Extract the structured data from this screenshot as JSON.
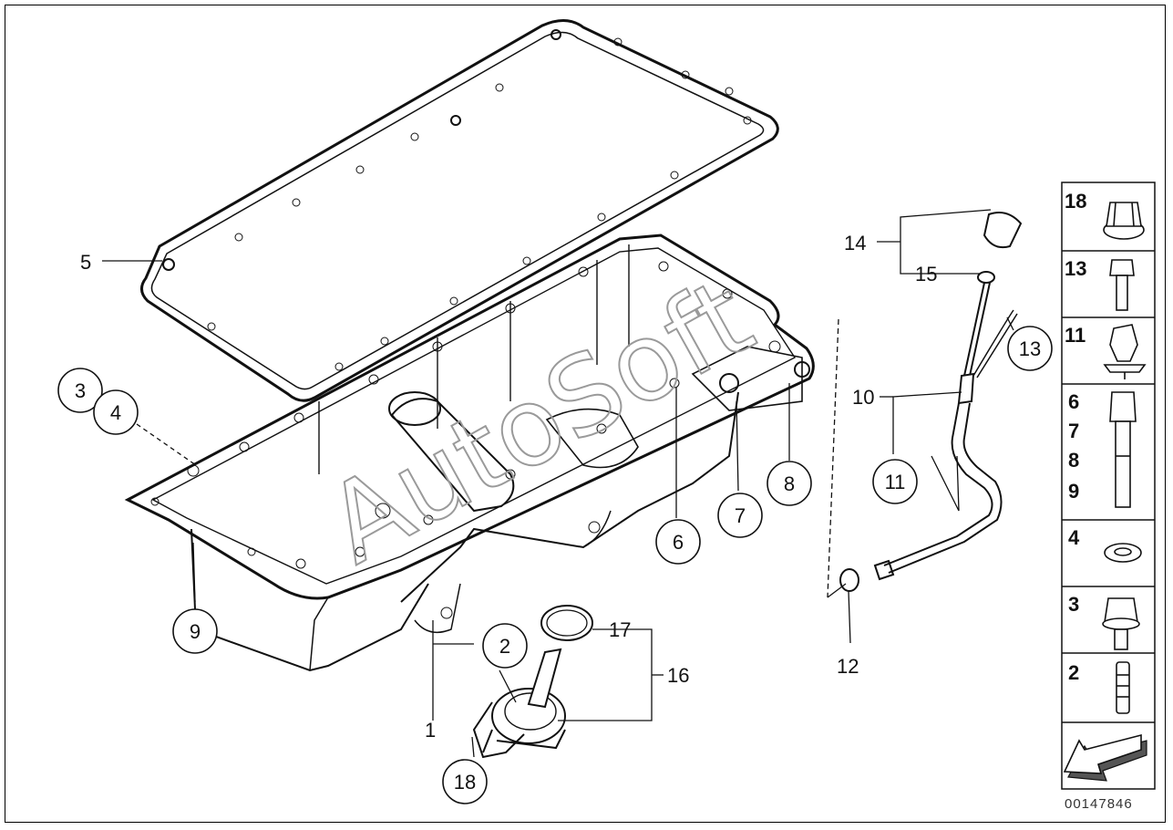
{
  "diagram": {
    "watermark": "AutoSoft",
    "reference_number": "00147846",
    "plain_labels": {
      "l1": "1",
      "l5": "5",
      "l10": "10",
      "l12": "12",
      "l14": "14",
      "l15": "15",
      "l16": "16",
      "l17": "17"
    },
    "circled_labels": {
      "c2": "2",
      "c3": "3",
      "c4": "4",
      "c6": "6",
      "c7": "7",
      "c8": "8",
      "c9": "9",
      "c11": "11",
      "c13": "13",
      "c18": "18"
    },
    "hardware_legend": [
      {
        "labels": [
          "18"
        ],
        "icon": "flange-nut-icon"
      },
      {
        "labels": [
          "13"
        ],
        "icon": "hex-bolt-icon"
      },
      {
        "labels": [
          "11"
        ],
        "icon": "clip-icon"
      },
      {
        "labels": [
          "6",
          "7",
          "8",
          "9"
        ],
        "icon": "long-bolt-icon"
      },
      {
        "labels": [
          "4"
        ],
        "icon": "washer-icon"
      },
      {
        "labels": [
          "3"
        ],
        "icon": "collar-bolt-icon"
      },
      {
        "labels": [
          "2"
        ],
        "icon": "stud-icon"
      }
    ],
    "nav_icon": "arrow-left-down-icon"
  }
}
